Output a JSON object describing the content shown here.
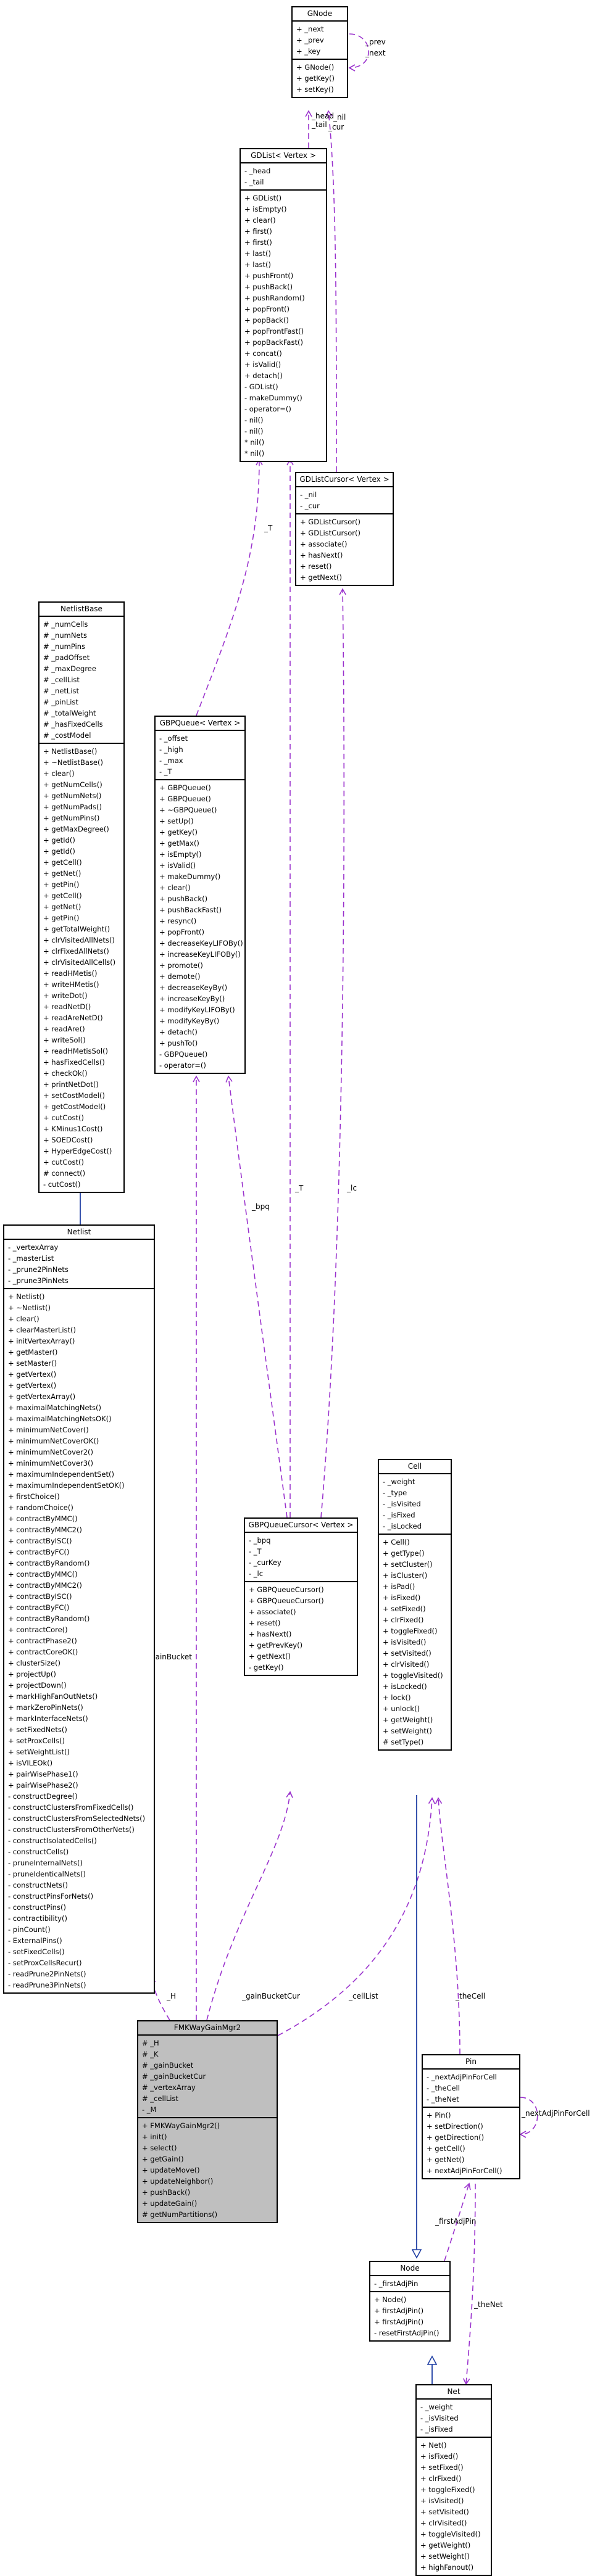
{
  "classes": [
    {
      "id": "GNode",
      "title": "GNode",
      "attrs": [
        "+ _next",
        "+ _prev",
        "+ _key"
      ],
      "ops": [
        "+ GNode()",
        "+ getKey()",
        "+ setKey()"
      ]
    },
    {
      "id": "GDList",
      "title": "GDList< Vertex >",
      "attrs": [
        "- _head",
        "- _tail"
      ],
      "ops": [
        "+ GDList()",
        "+ isEmpty()",
        "+ clear()",
        "+ first()",
        "+ first()",
        "+ last()",
        "+ last()",
        "+ pushFront()",
        "+ pushBack()",
        "+ pushRandom()",
        "+ popFront()",
        "+ popBack()",
        "+ popFrontFast()",
        "+ popBackFast()",
        "+ concat()",
        "+ isValid()",
        "+ detach()",
        "- GDList()",
        "- makeDummy()",
        "- operator=()",
        "- nil()",
        "- nil()",
        "* nil()",
        "* nil()"
      ]
    },
    {
      "id": "GDListCursor",
      "title": "GDListCursor< Vertex >",
      "attrs": [
        "- _nil",
        "- _cur"
      ],
      "ops": [
        "+ GDListCursor()",
        "+ GDListCursor()",
        "+ associate()",
        "+ hasNext()",
        "+ reset()",
        "+ getNext()"
      ]
    },
    {
      "id": "NetlistBase",
      "title": "NetlistBase",
      "attrs": [
        "# _numCells",
        "# _numNets",
        "# _numPins",
        "# _padOffset",
        "# _maxDegree",
        "# _cellList",
        "# _netList",
        "# _pinList",
        "# _totalWeight",
        "# _hasFixedCells",
        "# _costModel"
      ],
      "ops": [
        "+ NetlistBase()",
        "+ ~NetlistBase()",
        "+ clear()",
        "+ getNumCells()",
        "+ getNumNets()",
        "+ getNumPads()",
        "+ getNumPins()",
        "+ getMaxDegree()",
        "+ getId()",
        "+ getId()",
        "+ getCell()",
        "+ getNet()",
        "+ getPin()",
        "+ getCell()",
        "+ getNet()",
        "+ getPin()",
        "+ getTotalWeight()",
        "+ clrVisitedAllNets()",
        "+ clrFixedAllNets()",
        "+ clrVisitedAllCells()",
        "+ readHMetis()",
        "+ writeHMetis()",
        "+ writeDot()",
        "+ readNetD()",
        "+ readAreNetD()",
        "+ readAre()",
        "+ writeSol()",
        "+ readHMetisSol()",
        "+ hasFixedCells()",
        "+ checkOk()",
        "+ printNetDot()",
        "+ setCostModel()",
        "+ getCostModel()",
        "+ cutCost()",
        "+ KMinus1Cost()",
        "+ SOEDCost()",
        "+ HyperEdgeCost()",
        "+ cutCost()",
        "# connect()",
        "- cutCost()"
      ]
    },
    {
      "id": "GBPQueue",
      "title": "GBPQueue< Vertex >",
      "attrs": [
        "- _offset",
        "- _high",
        "- _max",
        "- _T"
      ],
      "ops": [
        "+ GBPQueue()",
        "+ GBPQueue()",
        "+ ~GBPQueue()",
        "+ setUp()",
        "+ getKey()",
        "+ getMax()",
        "+ isEmpty()",
        "+ isValid()",
        "+ makeDummy()",
        "+ clear()",
        "+ pushBack()",
        "+ pushBackFast()",
        "+ resync()",
        "+ popFront()",
        "+ decreaseKeyLIFOBy()",
        "+ increaseKeyLIFOBy()",
        "+ promote()",
        "+ demote()",
        "+ decreaseKeyBy()",
        "+ increaseKeyBy()",
        "+ modifyKeyLIFOBy()",
        "+ modifyKeyBy()",
        "+ detach()",
        "+ pushTo()",
        "- GBPQueue()",
        "- operator=()"
      ]
    },
    {
      "id": "Netlist",
      "title": "Netlist",
      "attrs": [
        "- _vertexArray",
        "- _masterList",
        "- _prune2PinNets",
        "- _prune3PinNets"
      ],
      "ops": [
        "+ Netlist()",
        "+ ~Netlist()",
        "+ clear()",
        "+ clearMasterList()",
        "+ initVertexArray()",
        "+ getMaster()",
        "+ setMaster()",
        "+ getVertex()",
        "+ getVertex()",
        "+ getVertexArray()",
        "+ maximalMatchingNets()",
        "+ maximalMatchingNetsOK()",
        "+ minimumNetCover()",
        "+ minimumNetCoverOK()",
        "+ minimumNetCover2()",
        "+ minimumNetCover3()",
        "+ maximumIndependentSet()",
        "+ maximumIndependentSetOK()",
        "+ firstChoice()",
        "+ randomChoice()",
        "+ contractByMMC()",
        "+ contractByMMC2()",
        "+ contractByISC()",
        "+ contractByFC()",
        "+ contractByRandom()",
        "+ contractByMMC()",
        "+ contractByMMC2()",
        "+ contractByISC()",
        "+ contractByFC()",
        "+ contractByRandom()",
        "+ contractCore()",
        "+ contractPhase2()",
        "+ contractCoreOK()",
        "+ clusterSize()",
        "+ projectUp()",
        "+ projectDown()",
        "+ markHighFanOutNets()",
        "+ markZeroPinNets()",
        "+ markInterfaceNets()",
        "+ setFixedNets()",
        "+ setProxCells()",
        "+ setWeightList()",
        "+ isVILEOk()",
        "+ pairWisePhase1()",
        "+ pairWisePhase2()",
        "- constructDegree()",
        "- constructClustersFromFixedCells()",
        "- constructClustersFromSelectedNets()",
        "- constructClustersFromOtherNets()",
        "- constructIsolatedCells()",
        "- constructCells()",
        "- pruneInternalNets()",
        "- pruneIdenticalNets()",
        "- constructNets()",
        "- constructPinsForNets()",
        "- constructPins()",
        "- contractibility()",
        "- pinCount()",
        "- ExternalPins()",
        "- setFixedCells()",
        "- setProxCellsRecur()",
        "- readPrune2PinNets()",
        "- readPrune3PinNets()"
      ]
    },
    {
      "id": "GBPQueueCursor",
      "title": "GBPQueueCursor< Vertex >",
      "attrs": [
        "- _bpq",
        "- _T",
        "- _curKey",
        "- _lc"
      ],
      "ops": [
        "+ GBPQueueCursor()",
        "+ GBPQueueCursor()",
        "+ associate()",
        "+ reset()",
        "+ hasNext()",
        "+ getPrevKey()",
        "+ getNext()",
        "- getKey()"
      ]
    },
    {
      "id": "Cell",
      "title": "Cell",
      "attrs": [
        "- _weight",
        "- _type",
        "- _isVisited",
        "- _isFixed",
        "- _isLocked"
      ],
      "ops": [
        "+ Cell()",
        "+ getType()",
        "+ setCluster()",
        "+ isCluster()",
        "+ isPad()",
        "+ isFixed()",
        "+ setFixed()",
        "+ clrFixed()",
        "+ toggleFixed()",
        "+ isVisited()",
        "+ setVisited()",
        "+ clrVisited()",
        "+ toggleVisited()",
        "+ isLocked()",
        "+ lock()",
        "+ unlock()",
        "+ getWeight()",
        "+ setWeight()",
        "# setType()"
      ]
    },
    {
      "id": "FMKWayGainMgr2",
      "title": "FMKWayGainMgr2",
      "focus": true,
      "attrs": [
        "# _H",
        "# _K",
        "# _gainBucket",
        "# _gainBucketCur",
        "# _vertexArray",
        "# _cellList",
        "- _M"
      ],
      "ops": [
        "+ FMKWayGainMgr2()",
        "+ init()",
        "+ select()",
        "+ getGain()",
        "+ updateMove()",
        "+ updateNeighbor()",
        "+ pushBack()",
        "+ updateGain()",
        "# getNumPartitions()"
      ]
    },
    {
      "id": "Pin",
      "title": "Pin",
      "attrs": [
        "- _nextAdjPinForCell",
        "- _theCell",
        "- _theNet"
      ],
      "ops": [
        "+ Pin()",
        "+ setDirection()",
        "+ getDirection()",
        "+ getCell()",
        "+ getNet()",
        "+ nextAdjPinForCell()"
      ]
    },
    {
      "id": "Node",
      "title": "Node",
      "attrs": [
        "- _firstAdjPin"
      ],
      "ops": [
        "+ Node()",
        "+ firstAdjPin()",
        "+ firstAdjPin()",
        "- resetFirstAdjPin()"
      ]
    },
    {
      "id": "Net",
      "title": "Net",
      "attrs": [
        "- _weight",
        "- _isVisited",
        "- _isFixed"
      ],
      "ops": [
        "+ Net()",
        "+ isFixed()",
        "+ setFixed()",
        "+ clrFixed()",
        "+ toggleFixed()",
        "+ isVisited()",
        "+ setVisited()",
        "+ clrVisited()",
        "+ toggleVisited()",
        "+ getWeight()",
        "+ setWeight()",
        "+ highFanout()"
      ]
    }
  ],
  "edge_labels": {
    "head_tail": "_head\n_tail",
    "cur": "_cur",
    "nil": "_nil",
    "prev": "_prev",
    "next": "_next",
    "T1": "_T",
    "T2": "_T",
    "lc": "_lc",
    "bpq": "_bpq",
    "gainBucket": "_gainBucket",
    "gainBucketCur": "_gainBucketCur",
    "cellList": "_cellList",
    "H": "_H",
    "theCell": "_theCell",
    "nextAdjPinForCell": "_nextAdjPinForCell",
    "firstAdjPin": "_firstAdjPin",
    "theNet": "_theNet"
  },
  "colors": {
    "dependency": "#9a32cd",
    "inheritance": "#1f3ea3",
    "focus_fill": "#bfbfbf"
  }
}
